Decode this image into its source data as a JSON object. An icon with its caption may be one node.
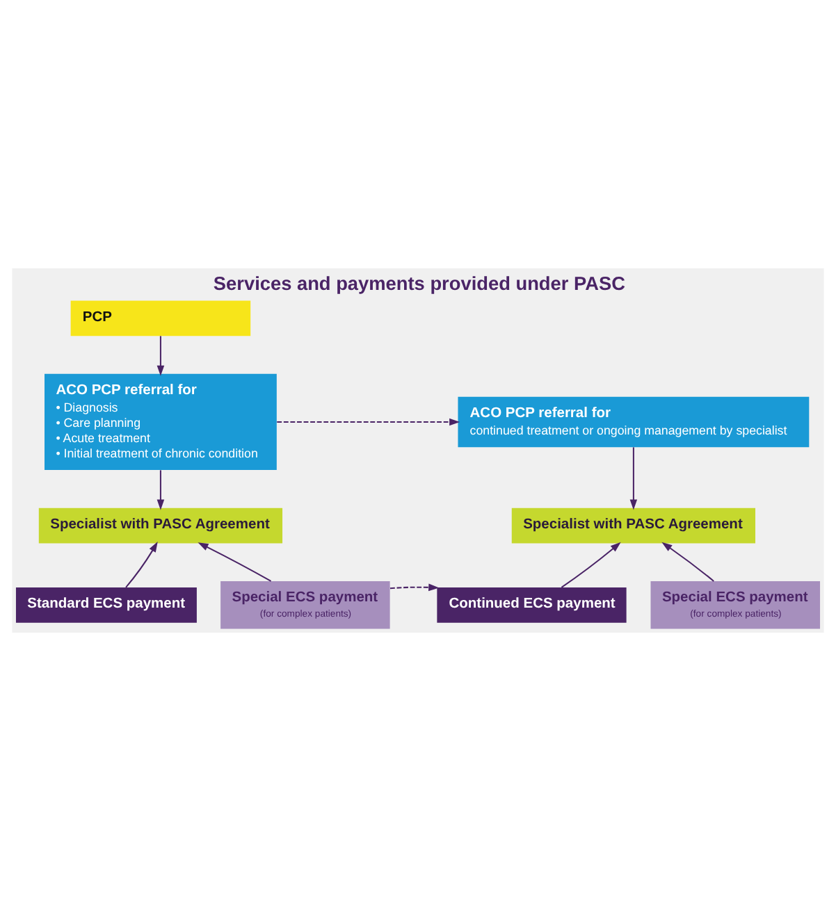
{
  "diagram": {
    "title": "Services and payments provided under PASC",
    "nodes": [
      {
        "text": [
          "PCP"
        ]
      },
      {
        "text": [
          "ACO PCP referral for",
          "• Diagnosis",
          "• Care planning",
          "• Acute treatment",
          "• Initial treatment of chronic condition"
        ]
      },
      {
        "text": [
          "ACO PCP referral for",
          "continued treatment or ongoing management by specialist"
        ]
      },
      {
        "text": [
          "Specialist with PASC Agreement"
        ]
      },
      {
        "text": [
          "Specialist with PASC Agreement"
        ]
      },
      {
        "text": [
          "Standard ECS payment"
        ]
      },
      {
        "text": [
          "Special ECS payment",
          "(for complex patients)"
        ]
      },
      {
        "text": [
          "Continued ECS payment"
        ]
      },
      {
        "text": [
          "Special ECS payment",
          "(for complex patients)"
        ]
      }
    ],
    "edges": [
      {
        "from": 0,
        "to": 1,
        "arrow": "to"
      },
      {
        "from": 1,
        "to": 2,
        "arrow": "to",
        "style": "dashed"
      },
      {
        "from": 1,
        "to": 3,
        "arrow": "to"
      },
      {
        "from": 2,
        "to": 4,
        "arrow": "to"
      },
      {
        "from": 5,
        "to": 3,
        "arrow": "to"
      },
      {
        "from": 6,
        "to": 3,
        "arrow": "to"
      },
      {
        "from": 6,
        "to": 7,
        "arrow": "to",
        "style": "dashed"
      },
      {
        "from": 7,
        "to": 4,
        "arrow": "to"
      },
      {
        "from": 8,
        "to": 4,
        "arrow": "to"
      }
    ]
  }
}
